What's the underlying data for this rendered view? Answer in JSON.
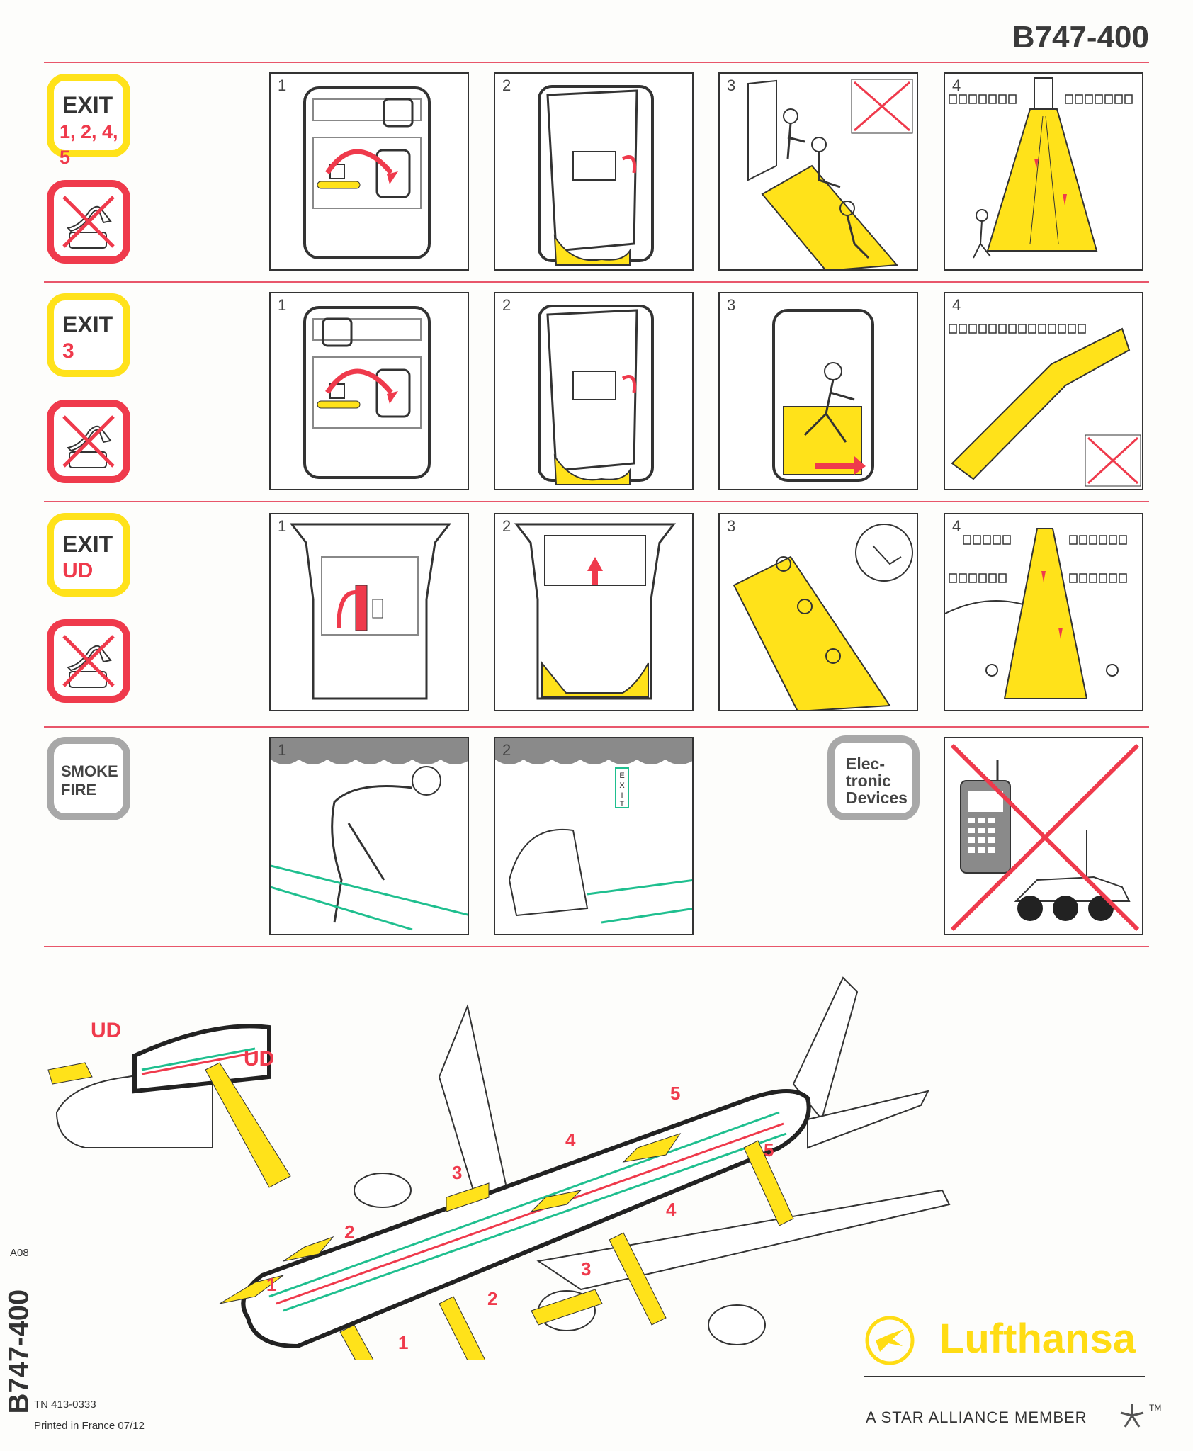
{
  "header": {
    "aircraft": "B747-400"
  },
  "rows": [
    {
      "exit_word": "EXIT",
      "exit_ids": "1, 2, 4, 5",
      "panel_numbers": [
        "1",
        "2",
        "3",
        "4"
      ]
    },
    {
      "exit_word": "EXIT",
      "exit_ids": "3",
      "panel_numbers": [
        "1",
        "2",
        "3",
        "4"
      ]
    },
    {
      "exit_word": "EXIT",
      "exit_ids": "UD",
      "panel_numbers": [
        "1",
        "2",
        "3",
        "4"
      ]
    },
    {
      "smoke_line1": "SMOKE",
      "smoke_line2": "FIRE",
      "panel_numbers": [
        "1",
        "2"
      ]
    }
  ],
  "electronic": {
    "line1": "Elec-",
    "line2": "tronic",
    "line3": "Devices"
  },
  "diagram": {
    "upper_deck_labels": [
      "UD",
      "UD"
    ],
    "exit_numbers": [
      "1",
      "1",
      "2",
      "2",
      "3",
      "3",
      "4",
      "4",
      "5",
      "5"
    ],
    "exit_sign": "EXIT"
  },
  "brand": {
    "name": "Lufthansa",
    "alliance": "A STAR ALLIANCE MEMBER",
    "tm": "TM"
  },
  "footer": {
    "doc_number": "TN 413-0333",
    "printed": "Printed in France 07/12",
    "side_code": "A08",
    "side_title": "B747-400"
  },
  "colors": {
    "accent_red": "#ef3a4c",
    "accent_yellow": "#ffe21a",
    "escape_green": "#1fbf8f",
    "neutral_grey": "#a8a8a8"
  }
}
